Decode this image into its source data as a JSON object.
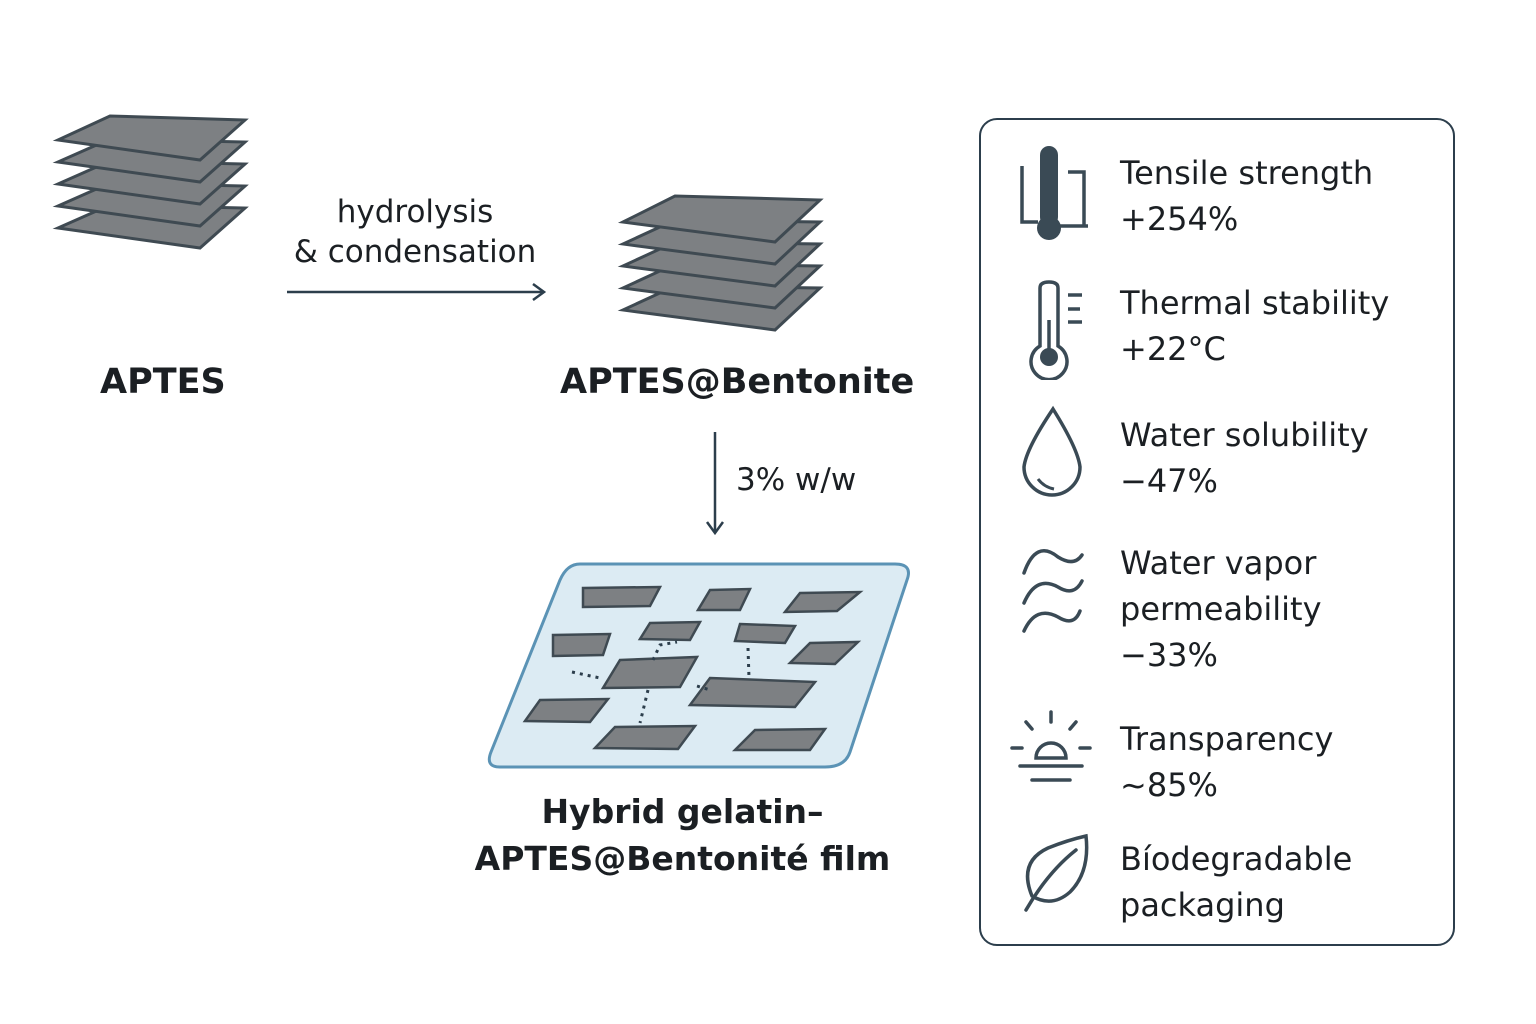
{
  "left": {
    "aptes_label": "APTES",
    "step1_line1": "hydrolysis",
    "step1_line2": "& condensation",
    "product_label": "APTES@Bentonite",
    "step2_label": "3% w/w",
    "film_line1": "Hybrid gelatin–",
    "film_line2": "APTES@Bentonité film"
  },
  "properties": [
    {
      "icon": "tensile-icon",
      "name": "Tensile strength",
      "value": "+254%"
    },
    {
      "icon": "thermometer-icon",
      "name": "Thermal stability",
      "value": "+22°C"
    },
    {
      "icon": "droplet-icon",
      "name": "Water solubility",
      "value": "−47%"
    },
    {
      "icon": "vapor-icon",
      "name_line1": "Water vapor",
      "name_line2": "permeability",
      "value": "−33%"
    },
    {
      "icon": "sun-icon",
      "name": "Transparency",
      "value": "~85%"
    },
    {
      "icon": "leaf-icon",
      "name_line1": "Bíodegradable",
      "name_line2": "packaging"
    }
  ],
  "colors": {
    "clay": "#7d8083",
    "clay_edge": "#3f4a52",
    "film": "#dcebf3",
    "film_border": "#5b93b5",
    "ink": "#2c3e4c"
  }
}
